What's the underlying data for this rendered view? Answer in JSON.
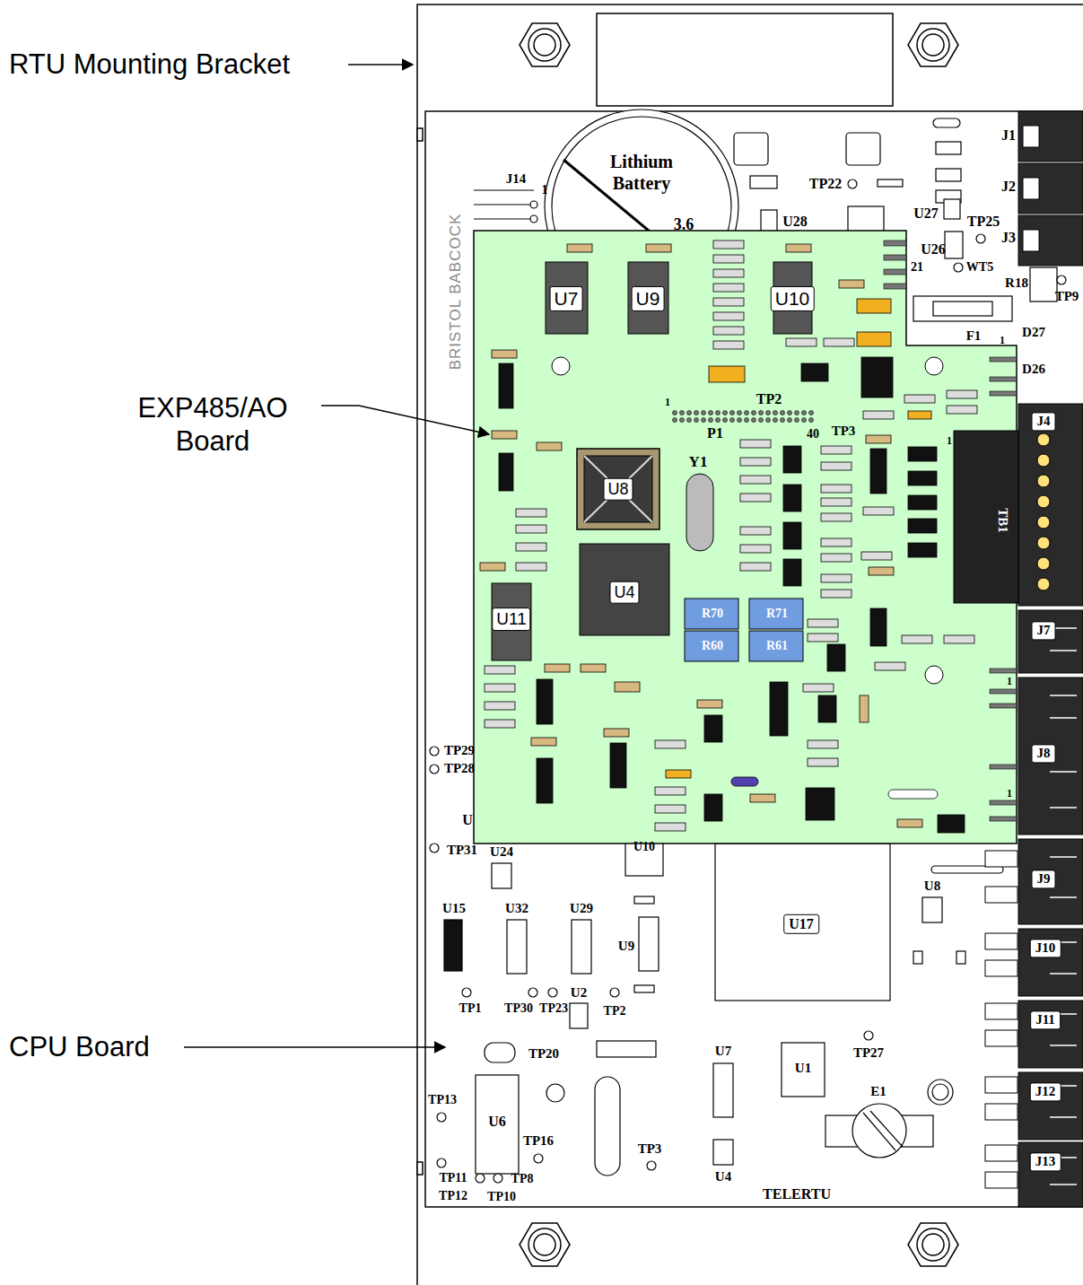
{
  "diagram": {
    "labels": [
      "RTU Mounting Bracket",
      "Lithium Battery",
      "J14",
      "1",
      "3.6",
      "BRISTOL BABCOCK",
      "J1",
      "TP22",
      "J2",
      "U28",
      "U27",
      "TP25",
      "J3",
      "U26",
      "21",
      "WT5",
      "R18",
      "TP9",
      "U7",
      "U9",
      "U10",
      "F1",
      "1",
      "D27",
      "D26",
      "TP2",
      "EXP485/AO Board",
      "1",
      "P1",
      "40",
      "TP3",
      "J4",
      "1",
      "Y1",
      "U8",
      "TB1",
      "U4",
      "R70",
      "R71",
      "U11",
      "R60",
      "R61",
      "J7",
      "1",
      "J8",
      "1",
      "TP29",
      "TP28",
      "U",
      "TP31",
      "U24",
      "U10",
      "J9",
      "U8",
      "U17",
      "U15",
      "U32",
      "U29",
      "U9",
      "J10",
      "U2",
      "TP1",
      "TP30",
      "TP23",
      "TP2",
      "J11",
      "CPU Board",
      "TP20",
      "U7",
      "U1",
      "TP27",
      "E1",
      "J12",
      "TP13",
      "U6",
      "TP16",
      "TP3",
      "J13",
      "TP11",
      "TP8",
      "U4",
      "TP12",
      "TP10",
      "TELERTU"
    ]
  }
}
